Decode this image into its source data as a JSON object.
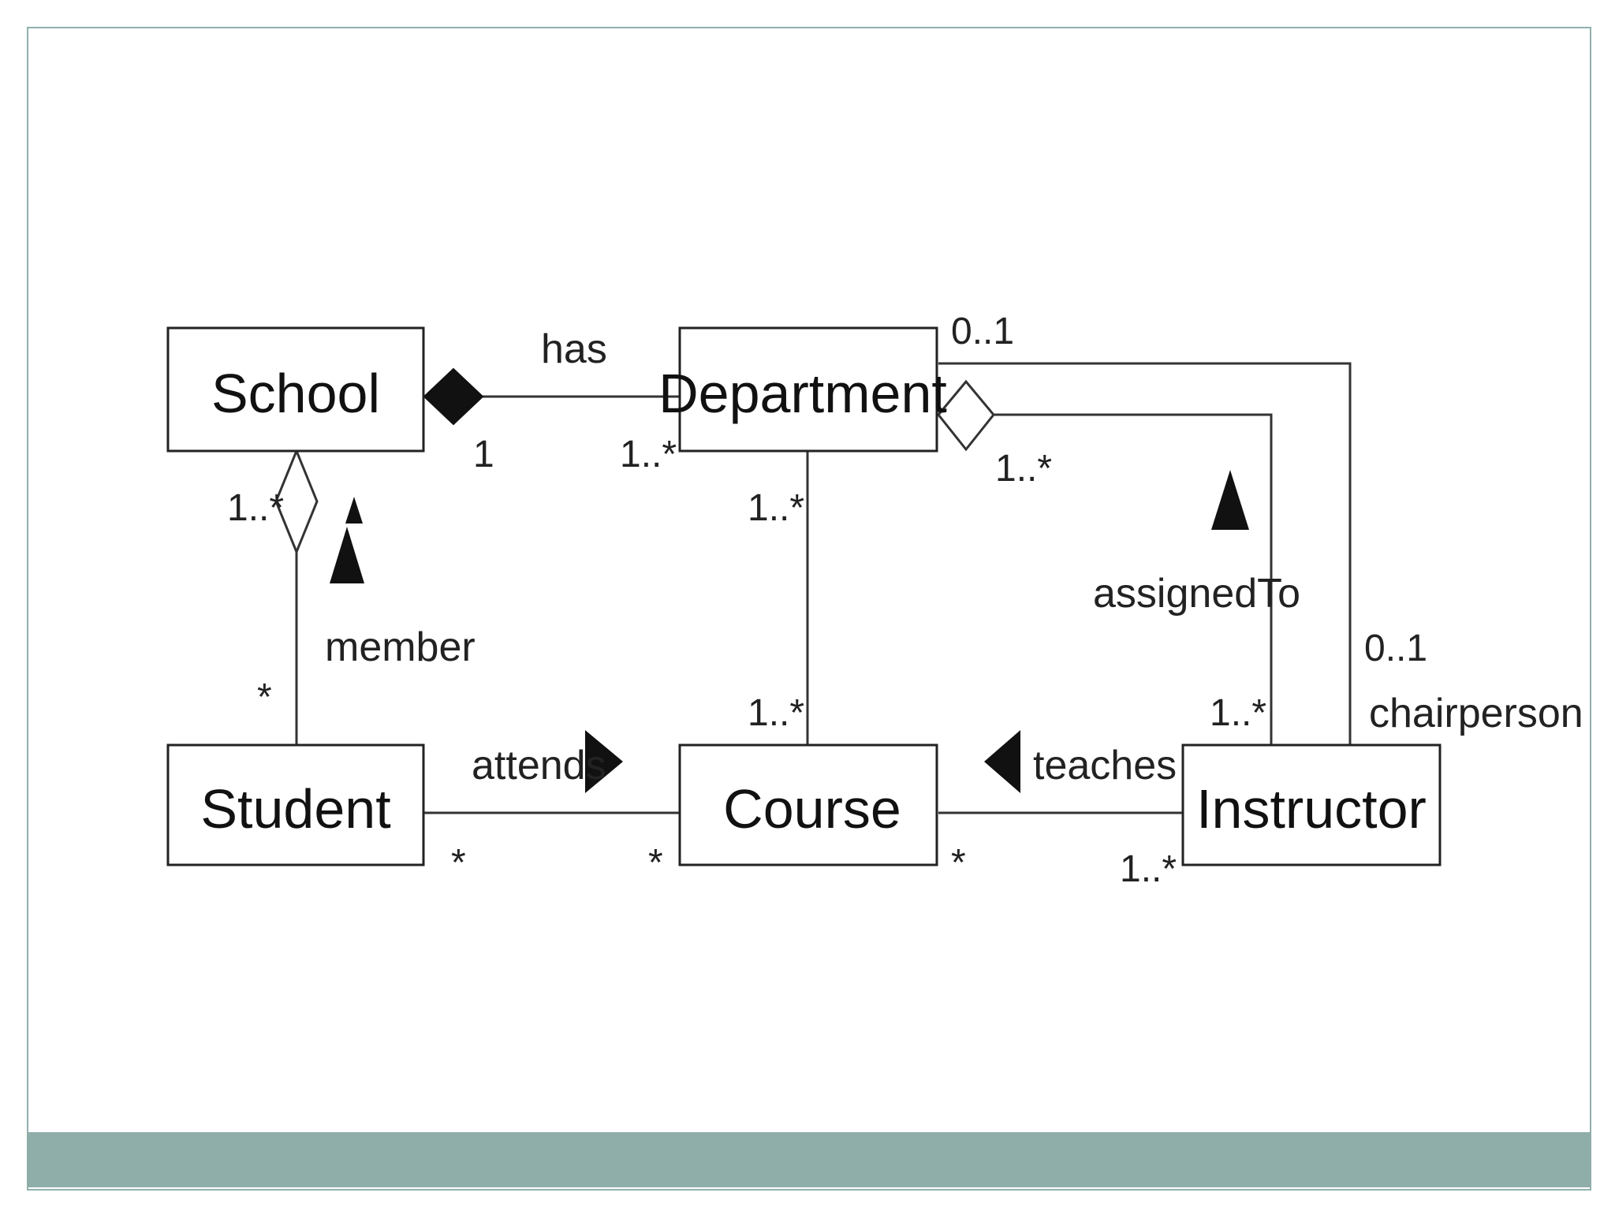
{
  "diagram": {
    "classes": {
      "school": "School",
      "department": "Department",
      "student": "Student",
      "course": "Course",
      "instructor": "Instructor"
    },
    "associations": {
      "has": "has",
      "member": "member",
      "attends": "attends",
      "teaches": "teaches",
      "assigned_to": "assignedTo",
      "chairperson": "chairperson"
    },
    "multiplicities": {
      "school_has": "1",
      "department_has": "1..*",
      "school_member": "1..*",
      "student_member": "*",
      "department_course": "1..*",
      "course_department": "1..*",
      "department_assigned": "1..*",
      "instructor_assigned": "1..*",
      "department_chair": "0..1",
      "instructor_chair": "0..1",
      "student_attends": "*",
      "course_attends": "*",
      "course_teaches": "*",
      "instructor_teaches": "1..*"
    }
  },
  "colors": {
    "footer_bar": "#8fada9",
    "frame_border": "#8fb0ad",
    "line": "#333333"
  }
}
